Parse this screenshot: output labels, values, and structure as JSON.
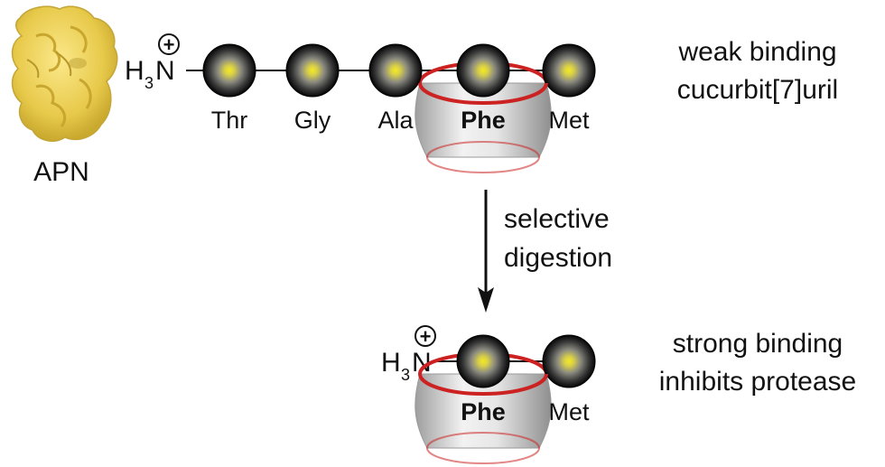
{
  "enzyme": {
    "label": "APN",
    "color": "#f2d65a"
  },
  "host": {
    "name": "cucurbit[7]uril",
    "rim_color": "#cc2222",
    "body_color": "#dcdcdc"
  },
  "top": {
    "h3n": {
      "h": "H",
      "sub": "3",
      "n": "N",
      "charge": "+"
    },
    "residues": [
      "Thr",
      "Gly",
      "Ala",
      "Phe",
      "Met"
    ],
    "bound_residue_index": 3,
    "annotation": [
      "weak binding",
      "cucurbit[7]uril"
    ]
  },
  "arrow": {
    "label": [
      "selective",
      "digestion"
    ]
  },
  "bottom": {
    "h3n": {
      "h": "H",
      "sub": "3",
      "n": "N",
      "charge": "+"
    },
    "residues": [
      "Phe",
      "Met"
    ],
    "bound_residue_index": 0,
    "annotation": [
      "strong binding",
      "inhibits protease"
    ]
  }
}
